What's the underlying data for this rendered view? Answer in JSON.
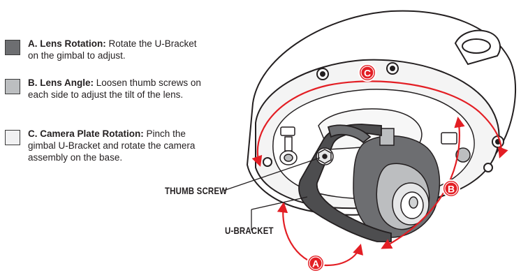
{
  "legend": {
    "items": [
      {
        "key": "A",
        "title": "A.  Lens Rotation:",
        "text": " Rotate the U-Bracket on the gimbal to adjust.",
        "swatch": "#6d6e71"
      },
      {
        "key": "B",
        "title": "B.  Lens Angle:",
        "text": " Loosen thumb screws on each side to adjust the tilt of the lens.",
        "swatch": "#bcbec0"
      },
      {
        "key": "C",
        "title": "C.  Camera Plate Rotation:",
        "text": " Pinch the gimbal U-Bracket and rotate the camera assembly on the base.",
        "swatch": "#f1f1f2"
      }
    ]
  },
  "callouts": {
    "thumb_screw": "THUMB SCREW",
    "u_bracket": "U-BRACKET"
  },
  "markers": {
    "a": "A",
    "b": "B",
    "c": "C"
  },
  "colors": {
    "accent": "#e31e24",
    "outline": "#231f20",
    "bracket": "#4d4d4f"
  }
}
